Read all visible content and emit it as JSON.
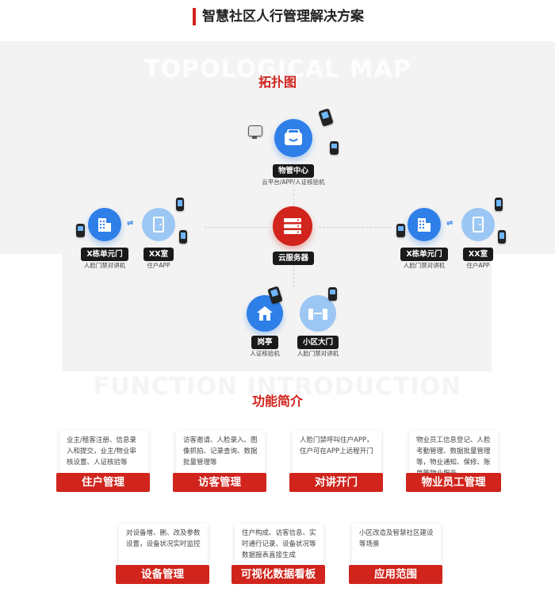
{
  "header": {
    "title": "智慧社区人行管理解决方案"
  },
  "topology": {
    "watermark": "TOPOLOGICAL MAP",
    "section_title": "拓扑图",
    "center": {
      "label": "云服务器"
    },
    "top": {
      "label": "物管中心",
      "sub": "云平台/APP/人证核验机"
    },
    "left_building": {
      "label": "X栋单元门",
      "sub": "人脸门禁对讲机"
    },
    "left_room": {
      "label": "XX室",
      "sub": "住户APP"
    },
    "right_building": {
      "label": "X栋单元门",
      "sub": "人脸门禁对讲机"
    },
    "right_room": {
      "label": "XX室",
      "sub": "住户APP"
    },
    "bottom_left": {
      "label": "岗亭",
      "sub": "人证核验机"
    },
    "bottom_right": {
      "label": "小区大门",
      "sub": "人脸门禁对讲机"
    },
    "exchange_symbol": "⇌"
  },
  "functions": {
    "watermark": "FUNCTION INTRODUCTION",
    "section_title": "功能简介",
    "row1": [
      {
        "title": "住户管理",
        "desc": "业主/租客注册、信息录入和提交，业主/物业审核设置、人证核验等"
      },
      {
        "title": "访客管理",
        "desc": "访客邀请、人脸录入、图像抓拍、记录查询、数据批量管理等"
      },
      {
        "title": "对讲开门",
        "desc": "人脸门禁呼叫住户APP，住户可在APP上远程开门"
      },
      {
        "title": "物业员工管理",
        "desc": "物业员工信息登记、人脸考勤管理、数据批量管理等，物业通知、保修、账单等物业服务"
      }
    ],
    "row2": [
      {
        "title": "设备管理",
        "desc": "对设备增、删、改及参数设置，设备状况实时监控"
      },
      {
        "title": "可视化数据看板",
        "desc": "住户构成、访客信息、实时通行记录、设备状况等数据报表直接生成"
      },
      {
        "title": "应用范围",
        "desc": "小区改造及智慧社区建设等场景"
      }
    ]
  },
  "colors": {
    "accent": "#d0241c",
    "blue": "#2f7fe8",
    "light_blue": "#9cc7f4"
  }
}
